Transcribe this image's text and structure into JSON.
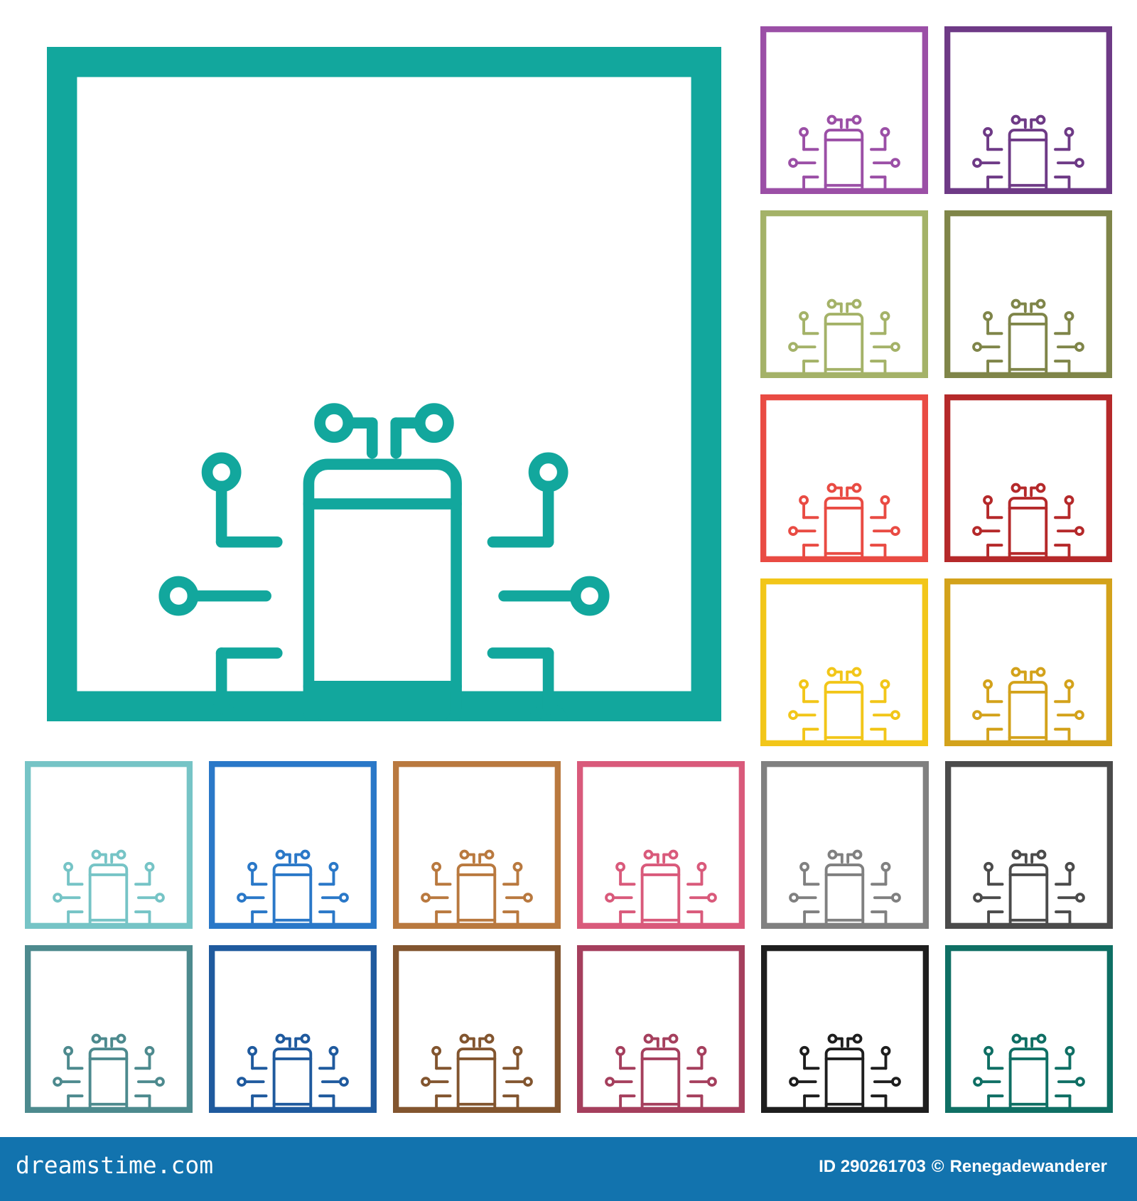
{
  "main_icon": {
    "color": "#12a79d",
    "icon": "smartphone-circuit-icon"
  },
  "variants": [
    {
      "color": "#9b4fa6"
    },
    {
      "color": "#6e3a86"
    },
    {
      "color": "#a4b268"
    },
    {
      "color": "#7f8549"
    },
    {
      "color": "#e94b43"
    },
    {
      "color": "#b5292a"
    },
    {
      "color": "#f2c619"
    },
    {
      "color": "#d3a21b"
    },
    {
      "color": "#76c4c6"
    },
    {
      "color": "#2a78c8"
    },
    {
      "color": "#b9793f"
    },
    {
      "color": "#d95a7b"
    },
    {
      "color": "#808080"
    },
    {
      "color": "#4b4b4b"
    },
    {
      "color": "#4d8a8e"
    },
    {
      "color": "#1f5a9e"
    },
    {
      "color": "#82552f"
    },
    {
      "color": "#a53f5d"
    },
    {
      "color": "#1e1e1e"
    },
    {
      "color": "#0f6f64"
    }
  ],
  "footer": {
    "brand": "dreamstime.com",
    "id_label": "ID 290261703",
    "copyright_symbol": "©",
    "author": "Renegadewanderer",
    "background_color": "#1273ae"
  }
}
